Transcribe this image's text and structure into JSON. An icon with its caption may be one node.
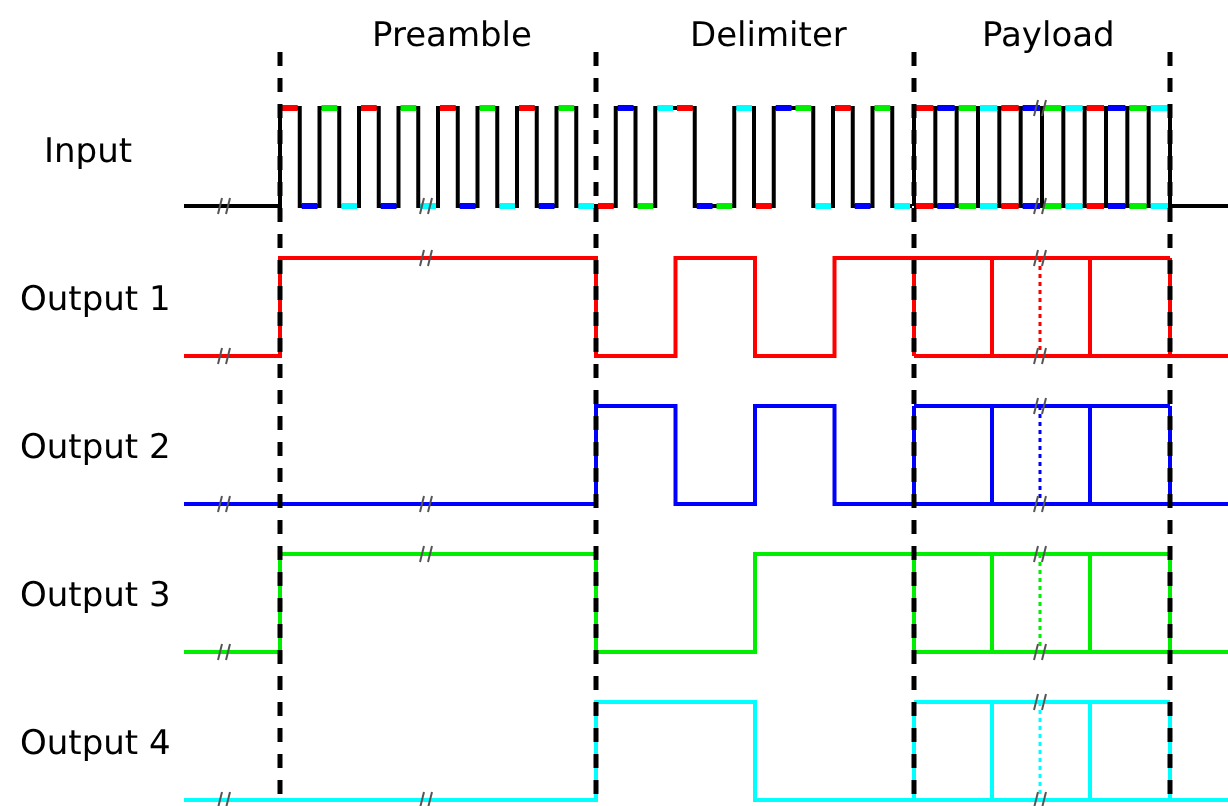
{
  "diagram": {
    "labels": [
      "Preamble",
      "Delimiter",
      "Payload",
      "Input",
      "Output 1",
      "Output 2",
      "Output 3",
      "Output 4"
    ]
  }
}
